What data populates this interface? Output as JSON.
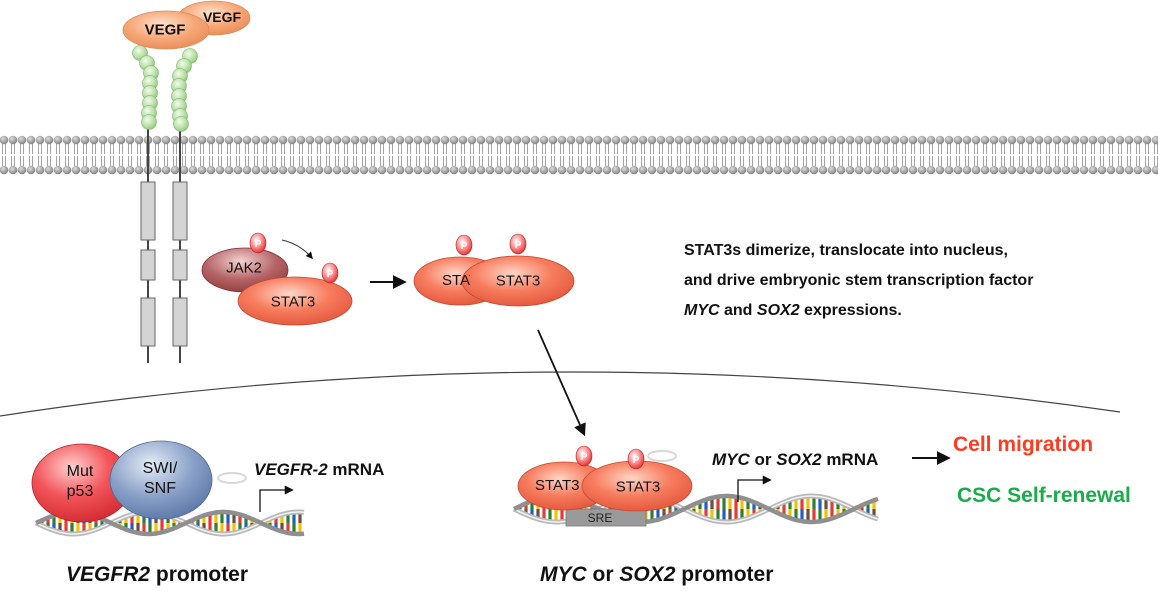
{
  "ligand": {
    "label_1": "VEGF",
    "label_2": "VEGF"
  },
  "cytoplasm": {
    "jak2": "JAK2",
    "stat3_single": "STAT3",
    "dimer_back": "STAT3",
    "dimer_front": "STAT3",
    "phospho_mark": "P"
  },
  "description": {
    "line_1": "STAT3s dimerize, translocate into nucleus,",
    "line_2": "and drive embryonic stem transcription factor",
    "line_3_gene_a": "MYC",
    "line_3_mid": " and ",
    "line_3_gene_b": "SOX2",
    "line_3_end": " expressions."
  },
  "vegfr2_promoter": {
    "mut_p53_line1": "Mut",
    "mut_p53_line2": "p53",
    "swi_snf_line1": "SWI/",
    "swi_snf_line2": "SNF",
    "mrna_gene": "VEGFR-2",
    "mrna_suffix": " mRNA",
    "caption_gene": "VEGFR2",
    "caption_suffix": " promoter"
  },
  "myc_sox2_promoter": {
    "dimer_back": "STAT3",
    "dimer_front": "STAT3",
    "sre": "SRE",
    "mrna_gene_a": "MYC",
    "mrna_or": " or ",
    "mrna_gene_b": "SOX2",
    "mrna_suffix": " mRNA",
    "caption_gene_a": "MYC",
    "caption_or": " or ",
    "caption_gene_b": "SOX2",
    "caption_suffix": " promoter"
  },
  "outcomes": {
    "migration": "Cell migration",
    "self_renewal": "CSC Self-renewal",
    "migration_color": "#ff3b1f",
    "self_renewal_color": "#1aab4a"
  }
}
